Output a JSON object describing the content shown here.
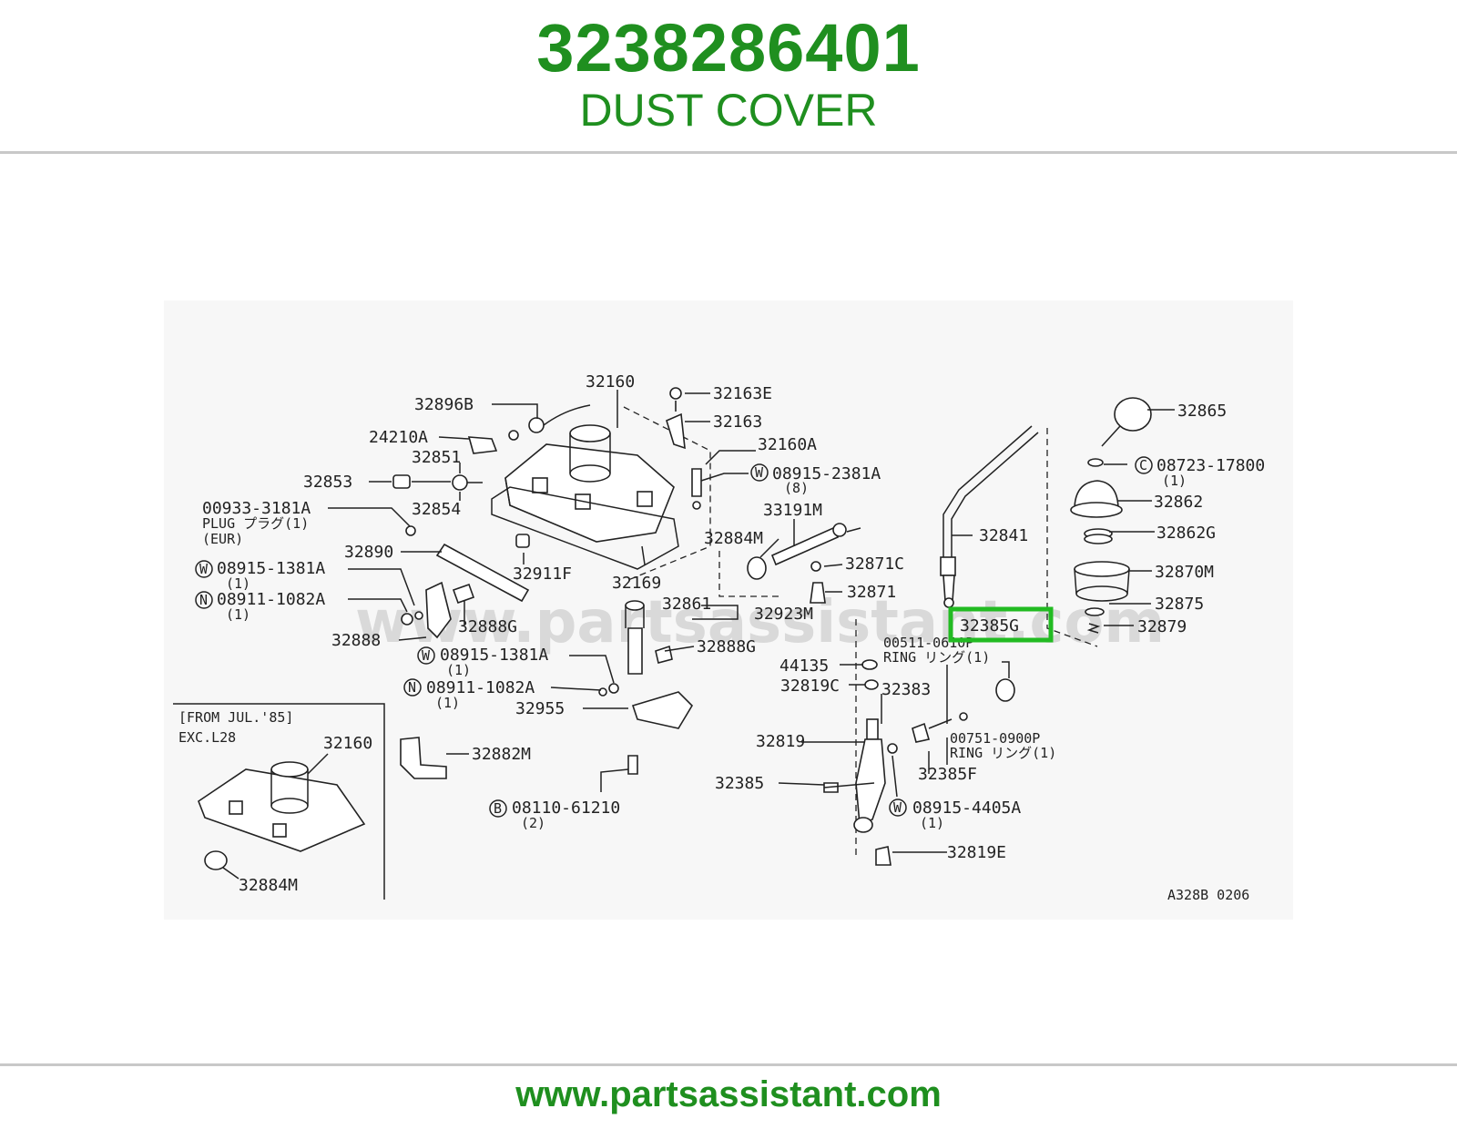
{
  "header": {
    "part_number": "3238286401",
    "part_name": "DUST COVER"
  },
  "footer": {
    "url": "www.partsassistant.com"
  },
  "watermark": "www.partsassistant.com",
  "highlight": {
    "label": "32385G",
    "color": "#22bb22"
  },
  "diagram": {
    "code": "A328B 0206",
    "inset": {
      "note_1": "[FROM JUL.'85]",
      "note_2": "EXC.L28",
      "label_a": "32160",
      "label_b": "32884M"
    },
    "labels": {
      "l32160": "32160",
      "l32163E": "32163E",
      "l32896B": "32896B",
      "l32163": "32163",
      "l24210A": "24210A",
      "l32160A": "32160A",
      "l32851": "32851",
      "l32853": "32853",
      "l08915_2381A": "08915-2381A",
      "l08915_2381A_q": "(8)",
      "l32854": "32854",
      "l00933": "00933-3181A",
      "l00933_b": "PLUG プラグ(1)",
      "l00933_c": "(EUR)",
      "l33191M": "33191M",
      "l32884M": "32884M",
      "l32890": "32890",
      "l32911F": "32911F",
      "l32871C": "32871C",
      "l08915_1381A_1": "08915-1381A",
      "l08915_1381A_1q": "(1)",
      "l32169": "32169",
      "l32871": "32871",
      "l08911_1082A_1": "08911-1082A",
      "l08911_1082A_1q": "(1)",
      "l32861": "32861",
      "l32923M": "32923M",
      "l32888G_1": "32888G",
      "l32888": "32888",
      "l32888G_2": "32888G",
      "l08915_1381A_2": "08915-1381A",
      "l08915_1381A_2q": "(1)",
      "l08911_1082A_2": "08911-1082A",
      "l08911_1082A_2q": "(1)",
      "l32955": "32955",
      "l32882M": "32882M",
      "l08110": "08110-61210",
      "l08110_q": "(2)",
      "l32865": "32865",
      "l08723": "08723-17800",
      "l08723_q": "(1)",
      "l32862": "32862",
      "l32862G": "32862G",
      "l32841": "32841",
      "l32870M": "32870M",
      "l32875": "32875",
      "l32879": "32879",
      "l00511": "00511-0610P",
      "l00511_b": "RING リング(1)",
      "l44135": "44135",
      "l32819C": "32819C",
      "l32383": "32383",
      "l32819": "32819",
      "l00751": "00751-0900P",
      "l00751_b": "RING リング(1)",
      "l32385F": "32385F",
      "l32385": "32385",
      "l08915_4405A": "08915-4405A",
      "l08915_4405A_q": "(1)",
      "l32819E": "32819E"
    }
  }
}
